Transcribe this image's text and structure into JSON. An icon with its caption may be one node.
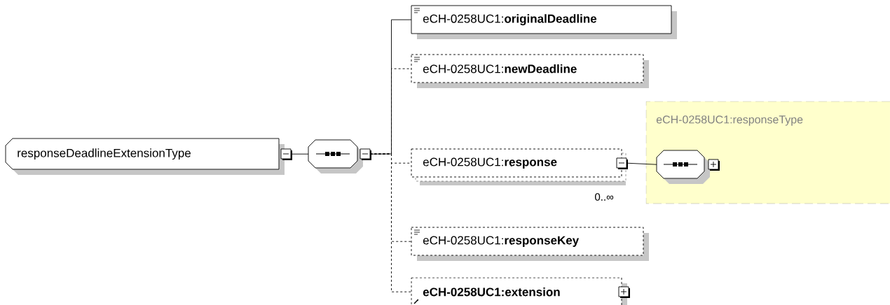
{
  "diagram": {
    "nodes": [
      {
        "text": [
          "responseDeadlineExtensionType"
        ]
      },
      {
        "text": [],
        "shape": "octagon"
      },
      {
        "text": [
          "eCH-0258UC1:**originalDeadline**"
        ]
      },
      {
        "text": [
          "eCH-0258UC1:**newDeadline**"
        ]
      },
      {
        "text": [
          "eCH-0258UC1:**response**"
        ],
        "beside": [
          "0..∞"
        ]
      },
      {
        "text": [
          "eCH-0258UC1:responseType"
        ]
      },
      {
        "text": [],
        "shape": "octagon",
        "in": 5
      },
      {
        "text": [
          "eCH-0258UC1:**responseKey**"
        ]
      },
      {
        "text": [
          "eCH-0258UC1:extension"
        ]
      }
    ],
    "edges": [
      {
        "from": 0,
        "to": 1,
        "arrow": "none"
      },
      {
        "from": 1,
        "to": 2,
        "arrow": "none"
      },
      {
        "from": 1,
        "to": 3,
        "arrow": "none",
        "style": "dashed"
      },
      {
        "from": 1,
        "to": 4,
        "arrow": "none",
        "style": "dashed"
      },
      {
        "from": 4,
        "to": 6,
        "arrow": "none"
      },
      {
        "from": 1,
        "to": 7,
        "arrow": "none",
        "style": "dashed"
      },
      {
        "from": 1,
        "to": 8,
        "arrow": "none",
        "style": "dashed"
      }
    ]
  }
}
